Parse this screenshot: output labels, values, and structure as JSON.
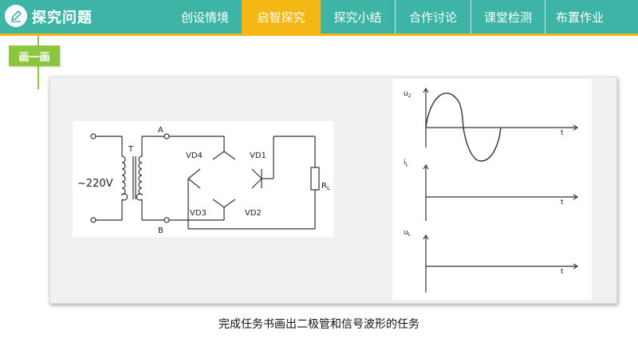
{
  "header": {
    "section_title": "探究问题",
    "tabs": [
      {
        "label": "创设情境"
      },
      {
        "label": "启智探究"
      },
      {
        "label": "探究小结"
      },
      {
        "label": "合作讨论"
      },
      {
        "label": "课堂检测"
      },
      {
        "label": "布置作业"
      }
    ],
    "active_tab": "启智探究"
  },
  "tag": {
    "label": "画一画"
  },
  "circuit": {
    "source": "~220V",
    "transformer": "T",
    "node_a": "A",
    "node_b": "B",
    "vd1": "VD1",
    "vd2": "VD2",
    "vd3": "VD3",
    "vd4": "VD4",
    "load": "R",
    "load_sub": "L"
  },
  "waveforms": {
    "u2_main": "u",
    "u2_sub": "2",
    "il_main": "i",
    "il_sub": "L",
    "ul_main": "u",
    "ul_sub": "L",
    "time_label": "t"
  },
  "caption": "完成任务书画出二极管和信号波形的任务",
  "colors": {
    "teal": "#3db4a5",
    "amber": "#f5b715",
    "green": "#8cc63f"
  }
}
